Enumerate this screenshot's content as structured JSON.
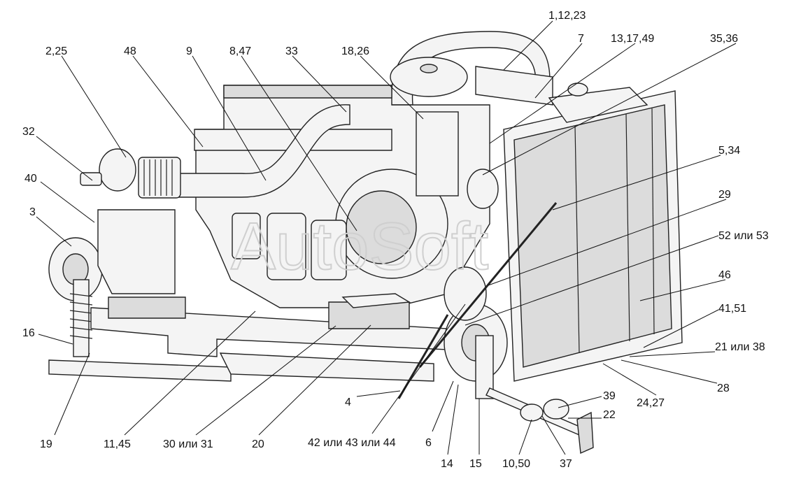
{
  "watermark": "AutoSoft",
  "callouts": [
    {
      "id": "c1",
      "text": "1,12,23"
    },
    {
      "id": "c2",
      "text": "2,25"
    },
    {
      "id": "c3",
      "text": "48"
    },
    {
      "id": "c4",
      "text": "9"
    },
    {
      "id": "c5",
      "text": "8,47"
    },
    {
      "id": "c6",
      "text": "33"
    },
    {
      "id": "c7",
      "text": "18,26"
    },
    {
      "id": "c8",
      "text": "7"
    },
    {
      "id": "c9",
      "text": "13,17,49"
    },
    {
      "id": "c10",
      "text": "35,36"
    },
    {
      "id": "c11",
      "text": "32"
    },
    {
      "id": "c12",
      "text": "40"
    },
    {
      "id": "c13",
      "text": "3"
    },
    {
      "id": "c14",
      "text": "5,34"
    },
    {
      "id": "c15",
      "text": "29"
    },
    {
      "id": "c16",
      "text": "52 или 53"
    },
    {
      "id": "c17",
      "text": "46"
    },
    {
      "id": "c18",
      "text": "41,51"
    },
    {
      "id": "c19",
      "text": "21 или 38"
    },
    {
      "id": "c20",
      "text": "28"
    },
    {
      "id": "c21",
      "text": "24,27"
    },
    {
      "id": "c22",
      "text": "39"
    },
    {
      "id": "c23",
      "text": "22"
    },
    {
      "id": "c24",
      "text": "16"
    },
    {
      "id": "c25",
      "text": "4"
    },
    {
      "id": "c26",
      "text": "19"
    },
    {
      "id": "c27",
      "text": "11,45"
    },
    {
      "id": "c28",
      "text": "30 или 31"
    },
    {
      "id": "c29",
      "text": "20"
    },
    {
      "id": "c30",
      "text": "42 или 43 или 44"
    },
    {
      "id": "c31",
      "text": "6"
    },
    {
      "id": "c32",
      "text": "14"
    },
    {
      "id": "c33",
      "text": "15"
    },
    {
      "id": "c34",
      "text": "10,50"
    },
    {
      "id": "c35",
      "text": "37"
    }
  ]
}
